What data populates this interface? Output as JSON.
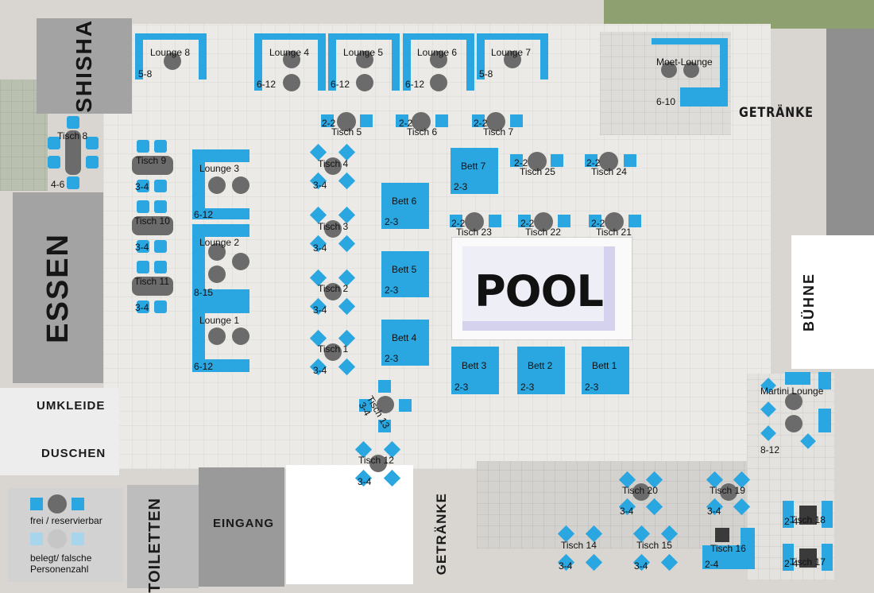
{
  "colors": {
    "free": "#2aa6e0",
    "occupied": "#a9d5ec",
    "table": "#6b6b6b",
    "table_occupied": "#c6c6c6"
  },
  "areas": {
    "shisha": "SHISHA",
    "essen": "ESSEN",
    "umkleide": "UMKLEIDE",
    "duschen": "DUSCHEN",
    "toiletten": "TOILETTEN",
    "eingang": "EINGANG",
    "getraenke_top": "GETRÄNKE",
    "getraenke_bottom": "GETRÄNKE",
    "buehne": "BÜHNE",
    "pool": "POOL"
  },
  "lounges": {
    "l8": {
      "name": "Lounge 8",
      "cap": "5-8"
    },
    "l4": {
      "name": "Lounge 4",
      "cap": "6-12"
    },
    "l5": {
      "name": "Lounge 5",
      "cap": "6-12"
    },
    "l6": {
      "name": "Lounge 6",
      "cap": "6-12"
    },
    "l7": {
      "name": "Lounge 7",
      "cap": "5-8"
    },
    "moet": {
      "name": "Moet-Lounge",
      "cap": "6-10"
    },
    "l3": {
      "name": "Lounge 3",
      "cap": "6-12"
    },
    "l2": {
      "name": "Lounge 2",
      "cap": "8-15"
    },
    "l1": {
      "name": "Lounge 1",
      "cap": "6-12"
    },
    "martini": {
      "name": "Martini Lounge",
      "cap": "8-12"
    }
  },
  "tables": {
    "t8": {
      "name": "Tisch 8",
      "cap": "4-6"
    },
    "t9": {
      "name": "Tisch 9",
      "cap": "3-4"
    },
    "t10": {
      "name": "Tisch 10",
      "cap": "3-4"
    },
    "t11": {
      "name": "Tisch 11",
      "cap": "3-4"
    },
    "t5": {
      "name": "Tisch 5",
      "cap": "2-2"
    },
    "t6": {
      "name": "Tisch 6",
      "cap": "2-2"
    },
    "t7": {
      "name": "Tisch 7",
      "cap": "2-2"
    },
    "t4": {
      "name": "Tisch 4",
      "cap": "3-4"
    },
    "t3": {
      "name": "Tisch 3",
      "cap": "3-4"
    },
    "t2": {
      "name": "Tisch 2",
      "cap": "3-4"
    },
    "t1": {
      "name": "Tisch 1",
      "cap": "3-4"
    },
    "t13": {
      "name": "Tisch 13",
      "cap": "3-4"
    },
    "t12": {
      "name": "Tisch 12",
      "cap": "3-4"
    },
    "t25": {
      "name": "Tisch 25",
      "cap": "2-2"
    },
    "t24": {
      "name": "Tisch 24",
      "cap": "2-2"
    },
    "t23": {
      "name": "Tisch 23",
      "cap": "2-2"
    },
    "t22": {
      "name": "Tisch 22",
      "cap": "2-2"
    },
    "t21": {
      "name": "Tisch 21",
      "cap": "2-2"
    },
    "t20": {
      "name": "Tisch 20",
      "cap": "3-4"
    },
    "t19": {
      "name": "Tisch 19",
      "cap": "3-4"
    },
    "t14": {
      "name": "Tisch 14",
      "cap": "3-4"
    },
    "t15": {
      "name": "Tisch 15",
      "cap": "3-4"
    },
    "t16": {
      "name": "Tisch 16",
      "cap": "2-4"
    },
    "t18": {
      "name": "Tisch 18",
      "cap": "2-4"
    },
    "t17": {
      "name": "Tisch 17",
      "cap": "2-4"
    }
  },
  "beds": {
    "b7": {
      "name": "Bett 7",
      "cap": "2-3"
    },
    "b6": {
      "name": "Bett 6",
      "cap": "2-3"
    },
    "b5": {
      "name": "Bett 5",
      "cap": "2-3"
    },
    "b4": {
      "name": "Bett 4",
      "cap": "2-3"
    },
    "b3": {
      "name": "Bett 3",
      "cap": "2-3"
    },
    "b2": {
      "name": "Bett 2",
      "cap": "2-3"
    },
    "b1": {
      "name": "Bett 1",
      "cap": "2-3"
    }
  },
  "legend": {
    "free": "frei / reservierbar",
    "occupied_line1": "belegt/ falsche",
    "occupied_line2": "Personenzahl"
  }
}
